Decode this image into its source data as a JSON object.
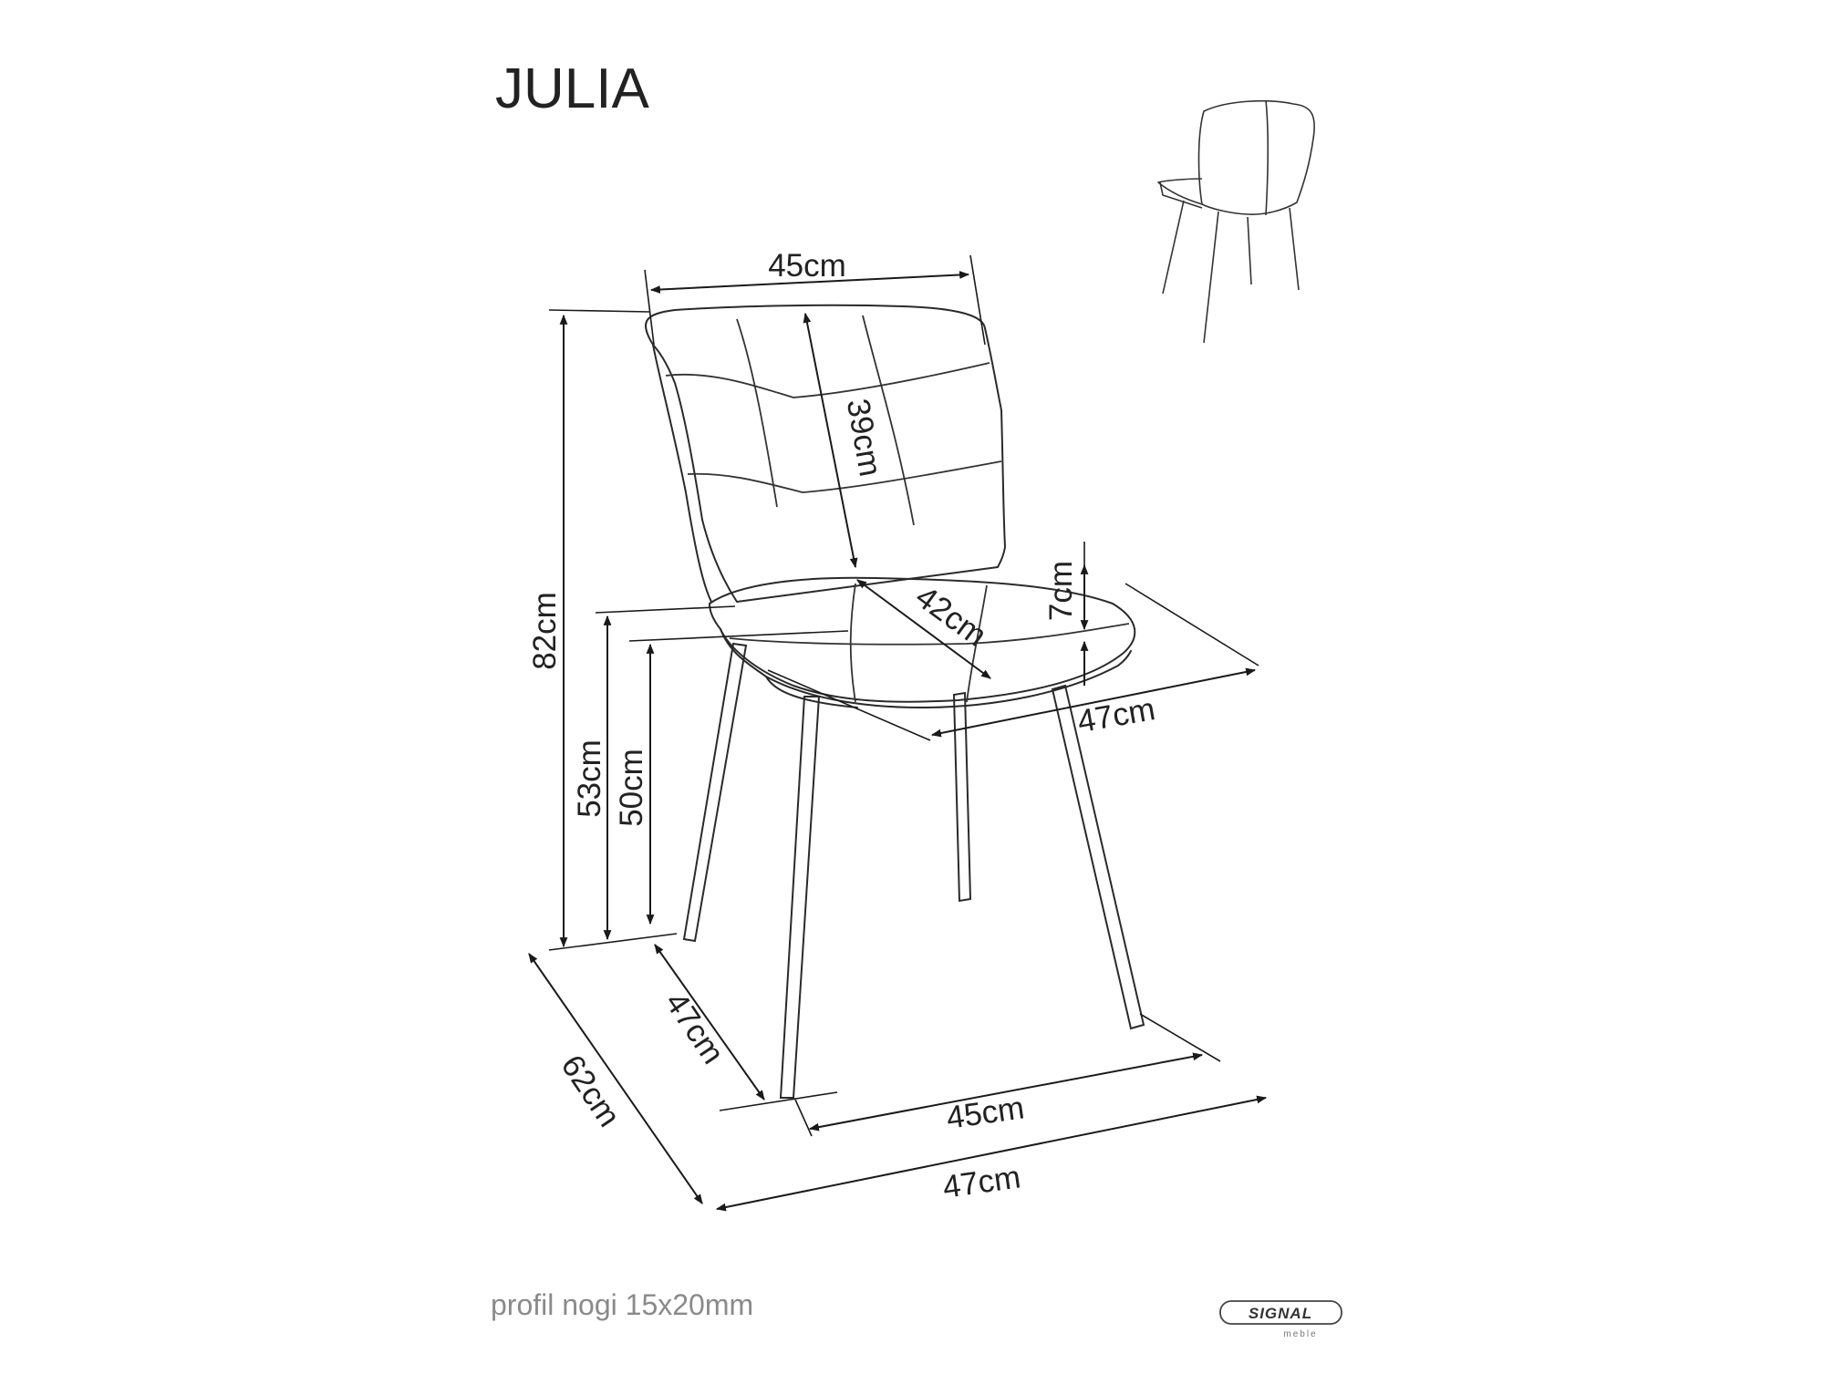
{
  "title": "JULIA",
  "dimensions": {
    "back_width": "45cm",
    "backrest_height": "39cm",
    "total_height": "82cm",
    "seat_depth": "42cm",
    "cushion_thickness": "7cm",
    "seat_width": "47cm",
    "seat_height_53": "53cm",
    "seat_height_50": "50cm",
    "legs_depth": "47cm",
    "total_depth": "62cm",
    "legs_width": "45cm",
    "total_width": "47cm"
  },
  "footer": {
    "leg_profile": "profil nogi 15x20mm",
    "logo": "SIGNAL",
    "logo_sub": "meble"
  }
}
